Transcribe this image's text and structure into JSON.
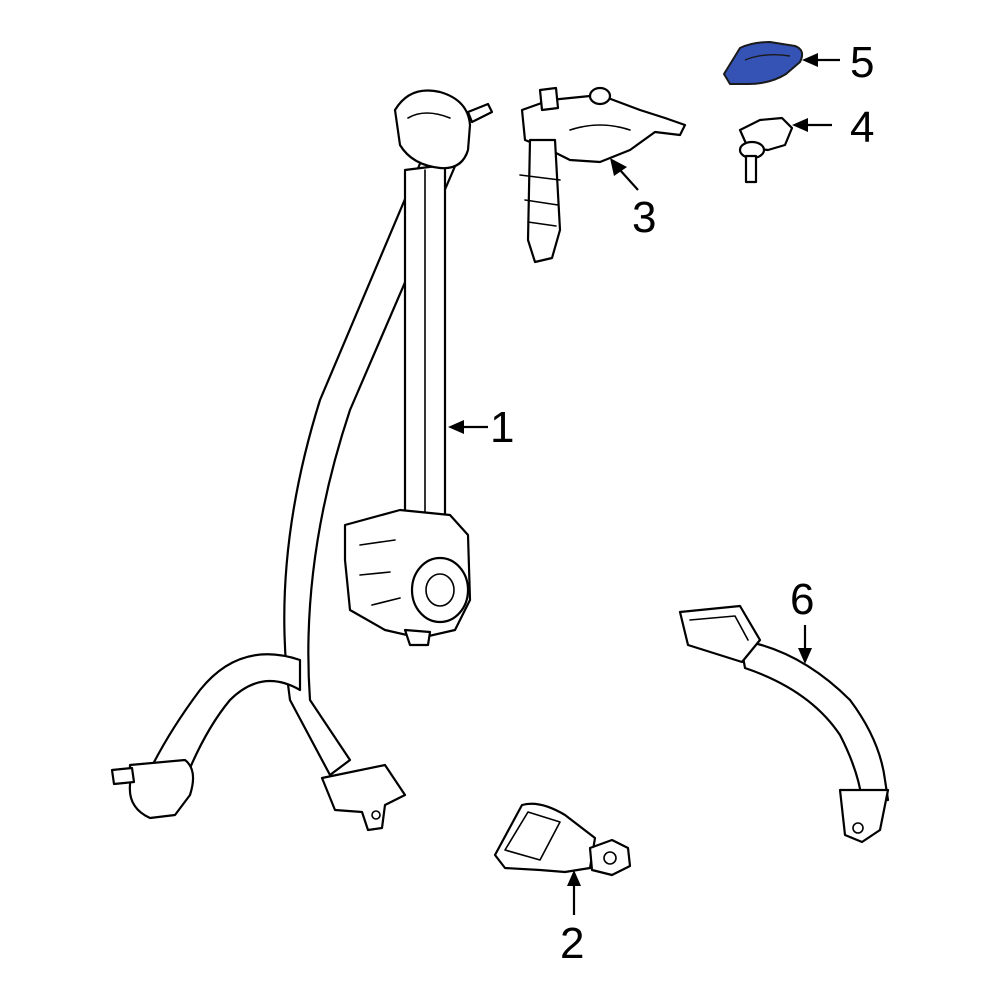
{
  "diagram": {
    "highlight_color": "#3553b5",
    "highlighted_part": "5",
    "callouts": [
      {
        "id": "1",
        "label": "1"
      },
      {
        "id": "2",
        "label": "2"
      },
      {
        "id": "3",
        "label": "3"
      },
      {
        "id": "4",
        "label": "4"
      },
      {
        "id": "5",
        "label": "5"
      },
      {
        "id": "6",
        "label": "6"
      }
    ]
  }
}
